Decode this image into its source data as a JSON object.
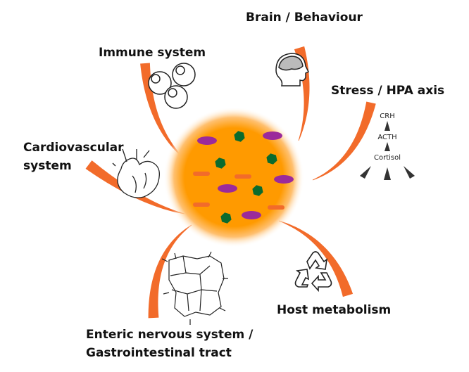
{
  "labels": {
    "brain": "Brain / Behaviour",
    "immune": "Immune system",
    "stress": "Stress / HPA axis",
    "cardio_line1": "Cardiovascular",
    "cardio_line2": "system",
    "metabolism": "Host metabolism",
    "enteric_line1": "Enteric nervous system /",
    "enteric_line2": "Gastrointestinal tract"
  },
  "hpa_axis": [
    "CRH",
    "ACTH",
    "Cortisol"
  ],
  "icons": [
    "brain-head-icon",
    "immune-cells-icon",
    "hpa-axis-icon",
    "heart-icon",
    "enteric-network-icon",
    "recycle-icon"
  ],
  "colors": {
    "arc": "#f26b2a",
    "glow": "#ff9a00",
    "ellipse": "#9b2a9b",
    "hexagon": "#0b6b2e",
    "dash": "#f26b2a"
  }
}
